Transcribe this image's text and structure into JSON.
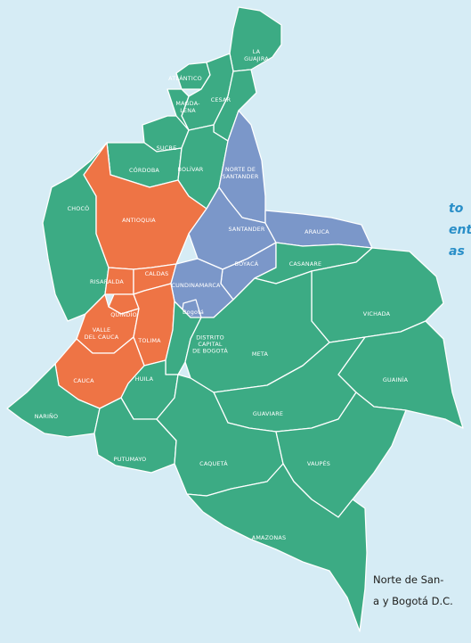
{
  "colors": {
    "background": "#d6ecf5",
    "green": "#3cab84",
    "orange": "#ee7445",
    "blue": "#7b97c9",
    "accent_text": "#2a8fc8"
  },
  "side_text": [
    "to",
    "ento",
    "as"
  ],
  "caption": [
    "Norte de San-",
    "a y Bogotá D.C."
  ],
  "departments": [
    {
      "id": "la-guajira",
      "label": [
        "LA",
        "GUAJIRA"
      ],
      "group": "green"
    },
    {
      "id": "atlantico",
      "label": [
        "ATLÁNTICO"
      ],
      "group": "green"
    },
    {
      "id": "magdalena",
      "label": [
        "MAGDA-",
        "LENA"
      ],
      "group": "green"
    },
    {
      "id": "cesar",
      "label": [
        "CESAR"
      ],
      "group": "green"
    },
    {
      "id": "sucre",
      "label": [
        "SUCRE"
      ],
      "group": "green"
    },
    {
      "id": "cordoba",
      "label": [
        "CÓRDOBA"
      ],
      "group": "green"
    },
    {
      "id": "bolivar",
      "label": [
        "BOLÍVAR"
      ],
      "group": "green"
    },
    {
      "id": "norte-de-santander",
      "label": [
        "NORTE DE",
        "SANTANDER"
      ],
      "group": "blue"
    },
    {
      "id": "choco",
      "label": [
        "CHOCÓ"
      ],
      "group": "green"
    },
    {
      "id": "antioquia",
      "label": [
        "ANTIOQUIA"
      ],
      "group": "orange"
    },
    {
      "id": "santander",
      "label": [
        "SANTANDER"
      ],
      "group": "blue"
    },
    {
      "id": "arauca",
      "label": [
        "ARAUCA"
      ],
      "group": "blue"
    },
    {
      "id": "risaralda",
      "label": [
        "RISARALDA"
      ],
      "group": "orange"
    },
    {
      "id": "caldas",
      "label": [
        "CALDAS"
      ],
      "group": "orange"
    },
    {
      "id": "boyaca",
      "label": [
        "BOYACÁ"
      ],
      "group": "blue"
    },
    {
      "id": "casanare",
      "label": [
        "CASANARE"
      ],
      "group": "green"
    },
    {
      "id": "cundinamarca",
      "label": [
        "CUNDINAMARCA"
      ],
      "group": "blue"
    },
    {
      "id": "quindio",
      "label": [
        "QUINDÍO"
      ],
      "group": "orange"
    },
    {
      "id": "bogota",
      "label": [
        "Bogotá"
      ],
      "group": "blue"
    },
    {
      "id": "vichada",
      "label": [
        "VICHADA"
      ],
      "group": "green"
    },
    {
      "id": "valle-del-cauca",
      "label": [
        "VALLE",
        "DEL CAUCA"
      ],
      "group": "orange"
    },
    {
      "id": "tolima",
      "label": [
        "TOLIMA"
      ],
      "group": "orange"
    },
    {
      "id": "distrito-capital",
      "label": [
        "DISTRITO",
        "CAPITAL",
        "DE BOGOTÁ"
      ],
      "group": "green"
    },
    {
      "id": "meta",
      "label": [
        "META"
      ],
      "group": "green"
    },
    {
      "id": "cauca",
      "label": [
        "CAUCA"
      ],
      "group": "orange"
    },
    {
      "id": "huila",
      "label": [
        "HUILA"
      ],
      "group": "green"
    },
    {
      "id": "guainia",
      "label": [
        "GUAINÍA"
      ],
      "group": "green"
    },
    {
      "id": "narino",
      "label": [
        "NARIÑO"
      ],
      "group": "green"
    },
    {
      "id": "guaviare",
      "label": [
        "GUAVIARE"
      ],
      "group": "green"
    },
    {
      "id": "putumayo",
      "label": [
        "PUTUMAYO"
      ],
      "group": "green"
    },
    {
      "id": "caqueta",
      "label": [
        "CAQUETÁ"
      ],
      "group": "green"
    },
    {
      "id": "vaupes",
      "label": [
        "VAUPÉS"
      ],
      "group": "green"
    },
    {
      "id": "amazonas",
      "label": [
        "AMAZONAS"
      ],
      "group": "green"
    }
  ]
}
